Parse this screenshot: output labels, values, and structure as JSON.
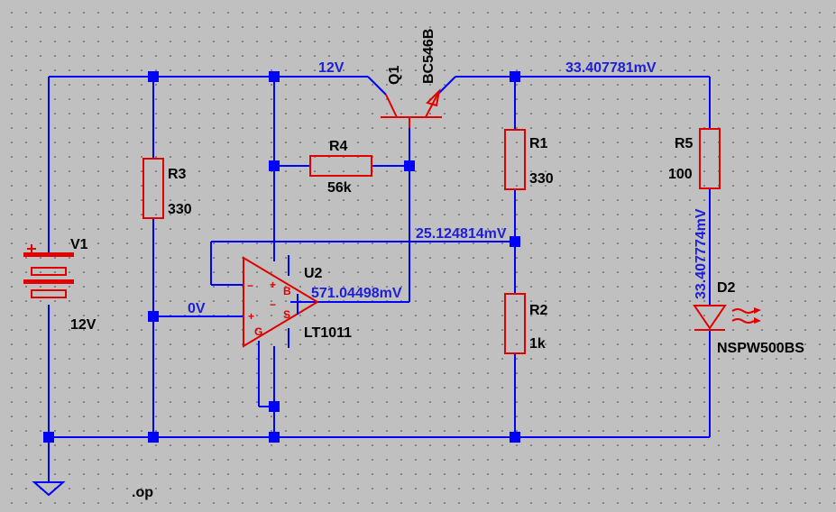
{
  "components": {
    "q1": {
      "name": "Q1",
      "part": "BC546B"
    },
    "r1": {
      "name": "R1",
      "value": "330"
    },
    "r2": {
      "name": "R2",
      "value": "1k"
    },
    "r3": {
      "name": "R3",
      "value": "330"
    },
    "r4": {
      "name": "R4",
      "value": "56k"
    },
    "r5": {
      "name": "R5",
      "value": "100"
    },
    "v1": {
      "name": "V1",
      "value": "12V"
    },
    "u2": {
      "name": "U2",
      "part": "LT1011",
      "pins": {
        "plus_top": "+",
        "minus_left": "−",
        "b": "B",
        "minus_mid": "−",
        "plus_left": "+",
        "s": "S",
        "g": "G"
      }
    },
    "d2": {
      "name": "D2",
      "part": "NSPW500BS"
    }
  },
  "node_voltages": {
    "supply": "12V",
    "emitter": "33.407781mV",
    "divider": "25.124814mV",
    "comparator_out": "571.04498mV",
    "reference": "0V",
    "led_anode": "33.407774mV"
  },
  "directive": ".op",
  "colors": {
    "background": "#c0c0c0",
    "wire": "#0000ff",
    "component": "#e00000",
    "voltage_label": "#1e1ed8",
    "text": "#000000"
  }
}
